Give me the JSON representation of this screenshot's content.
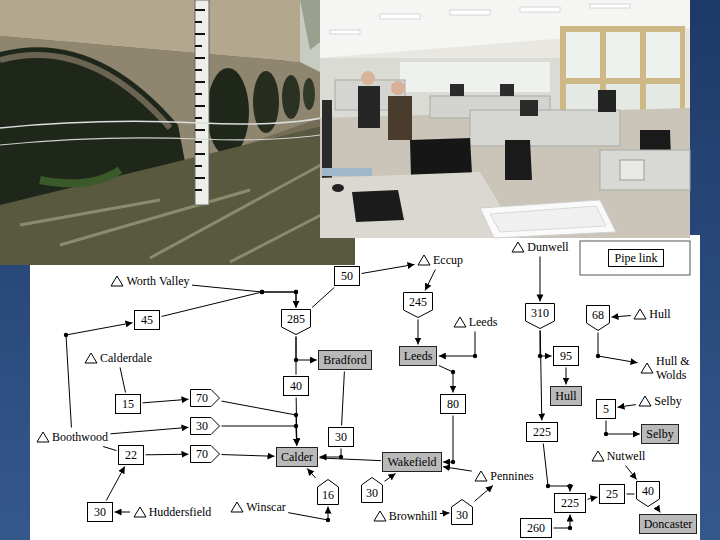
{
  "diagram": {
    "nodes": [
      {
        "text": [
          "Dunwell"
        ]
      },
      {
        "text": [
          "Eccup"
        ]
      },
      {
        "text": [
          "50"
        ]
      },
      {
        "text": [
          "Worth Valley"
        ]
      },
      {
        "text": [
          "245"
        ]
      },
      {
        "text": [
          "310"
        ]
      },
      {
        "text": [
          "68"
        ]
      },
      {
        "text": [
          "Hull"
        ]
      },
      {
        "text": [
          "45"
        ]
      },
      {
        "text": [
          "285"
        ]
      },
      {
        "text": [
          "Leeds"
        ]
      },
      {
        "text": [
          "Leeds"
        ]
      },
      {
        "text": [
          "Calderdale"
        ]
      },
      {
        "text": [
          "95"
        ]
      },
      {
        "text": [
          "Hull & Wolds"
        ]
      },
      {
        "text": [
          "Bradford"
        ]
      },
      {
        "text": [
          "40"
        ]
      },
      {
        "text": [
          "Hull"
        ]
      },
      {
        "text": [
          "70"
        ]
      },
      {
        "text": [
          "15"
        ]
      },
      {
        "text": [
          "80"
        ]
      },
      {
        "text": [
          "Selby"
        ]
      },
      {
        "text": [
          "5"
        ]
      },
      {
        "text": [
          "30"
        ]
      },
      {
        "text": [
          "225"
        ]
      },
      {
        "text": [
          "30"
        ]
      },
      {
        "text": [
          "Selby"
        ]
      },
      {
        "text": [
          "Boothwood"
        ]
      },
      {
        "text": [
          "Nutwell"
        ]
      },
      {
        "text": [
          "22"
        ]
      },
      {
        "text": [
          "70"
        ]
      },
      {
        "text": [
          "Calder"
        ]
      },
      {
        "text": [
          "Wakefield"
        ]
      },
      {
        "text": [
          "Pennines"
        ]
      },
      {
        "text": [
          "30"
        ]
      },
      {
        "text": [
          "16"
        ]
      },
      {
        "text": [
          "40"
        ]
      },
      {
        "text": [
          "25"
        ]
      },
      {
        "text": [
          "225"
        ]
      },
      {
        "text": [
          "Winscar"
        ]
      },
      {
        "text": [
          "Huddersfield"
        ]
      },
      {
        "text": [
          "30"
        ]
      },
      {
        "text": [
          "30"
        ]
      },
      {
        "text": [
          "Brownhill"
        ]
      },
      {
        "text": [
          "Doncaster"
        ]
      },
      {
        "text": [
          "260"
        ]
      }
    ],
    "edges": [
      {
        "from": 0,
        "to": 5,
        "arrow": "to"
      },
      {
        "from": 2,
        "to": 1,
        "arrow": "to"
      },
      {
        "from": 1,
        "to": 4,
        "arrow": "to"
      },
      {
        "from": 3,
        "to": 9,
        "arrow": "to"
      },
      {
        "from": 8,
        "to": 9,
        "arrow": "to"
      },
      {
        "from": 2,
        "to": 9,
        "arrow": "none"
      },
      {
        "from": 27,
        "to": 8,
        "arrow": "to"
      },
      {
        "from": 4,
        "to": 11,
        "arrow": "to"
      },
      {
        "from": 10,
        "to": 11,
        "arrow": "to"
      },
      {
        "from": 9,
        "to": 15,
        "arrow": "to"
      },
      {
        "from": 9,
        "to": 16,
        "arrow": "none"
      },
      {
        "from": 5,
        "to": 13,
        "arrow": "to"
      },
      {
        "from": 5,
        "to": 24,
        "arrow": "to"
      },
      {
        "from": 7,
        "to": 6,
        "arrow": "to"
      },
      {
        "from": 6,
        "to": 14,
        "arrow": "to"
      },
      {
        "from": 13,
        "to": 17,
        "arrow": "to"
      },
      {
        "from": 11,
        "to": 20,
        "arrow": "to"
      },
      {
        "from": 12,
        "to": 19,
        "arrow": "none"
      },
      {
        "from": 19,
        "to": 18,
        "arrow": "to"
      },
      {
        "from": 18,
        "to": 31,
        "arrow": "to"
      },
      {
        "from": 16,
        "to": 31,
        "arrow": "to"
      },
      {
        "from": 15,
        "to": 25,
        "arrow": "none"
      },
      {
        "from": 27,
        "to": 23,
        "arrow": "to"
      },
      {
        "from": 23,
        "to": 31,
        "arrow": "to"
      },
      {
        "from": 21,
        "to": 22,
        "arrow": "to"
      },
      {
        "from": 22,
        "to": 26,
        "arrow": "to"
      },
      {
        "from": 25,
        "to": 31,
        "arrow": "to"
      },
      {
        "from": 27,
        "to": 29,
        "arrow": "none"
      },
      {
        "from": 29,
        "to": 30,
        "arrow": "to"
      },
      {
        "from": 30,
        "to": 31,
        "arrow": "to"
      },
      {
        "from": 20,
        "to": 32,
        "arrow": "to"
      },
      {
        "from": 31,
        "to": 32,
        "arrow": "none"
      },
      {
        "from": 33,
        "to": 32,
        "arrow": "to"
      },
      {
        "from": 34,
        "to": 32,
        "arrow": "to"
      },
      {
        "from": 35,
        "to": 31,
        "arrow": "to"
      },
      {
        "from": 24,
        "to": 38,
        "arrow": "to"
      },
      {
        "from": 28,
        "to": 36,
        "arrow": "to"
      },
      {
        "from": 36,
        "to": 44,
        "arrow": "to"
      },
      {
        "from": 37,
        "to": 36,
        "arrow": "none"
      },
      {
        "from": 38,
        "to": 37,
        "arrow": "to"
      },
      {
        "from": 39,
        "to": 35,
        "arrow": "to"
      },
      {
        "from": 40,
        "to": 41,
        "arrow": "to"
      },
      {
        "from": 41,
        "to": 29,
        "arrow": "to"
      },
      {
        "from": 43,
        "to": 42,
        "arrow": "to"
      },
      {
        "from": 42,
        "to": 33,
        "arrow": "to"
      },
      {
        "from": 45,
        "to": 38,
        "arrow": "to"
      }
    ],
    "legend": [
      {
        "text": "Pipe link"
      }
    ]
  }
}
